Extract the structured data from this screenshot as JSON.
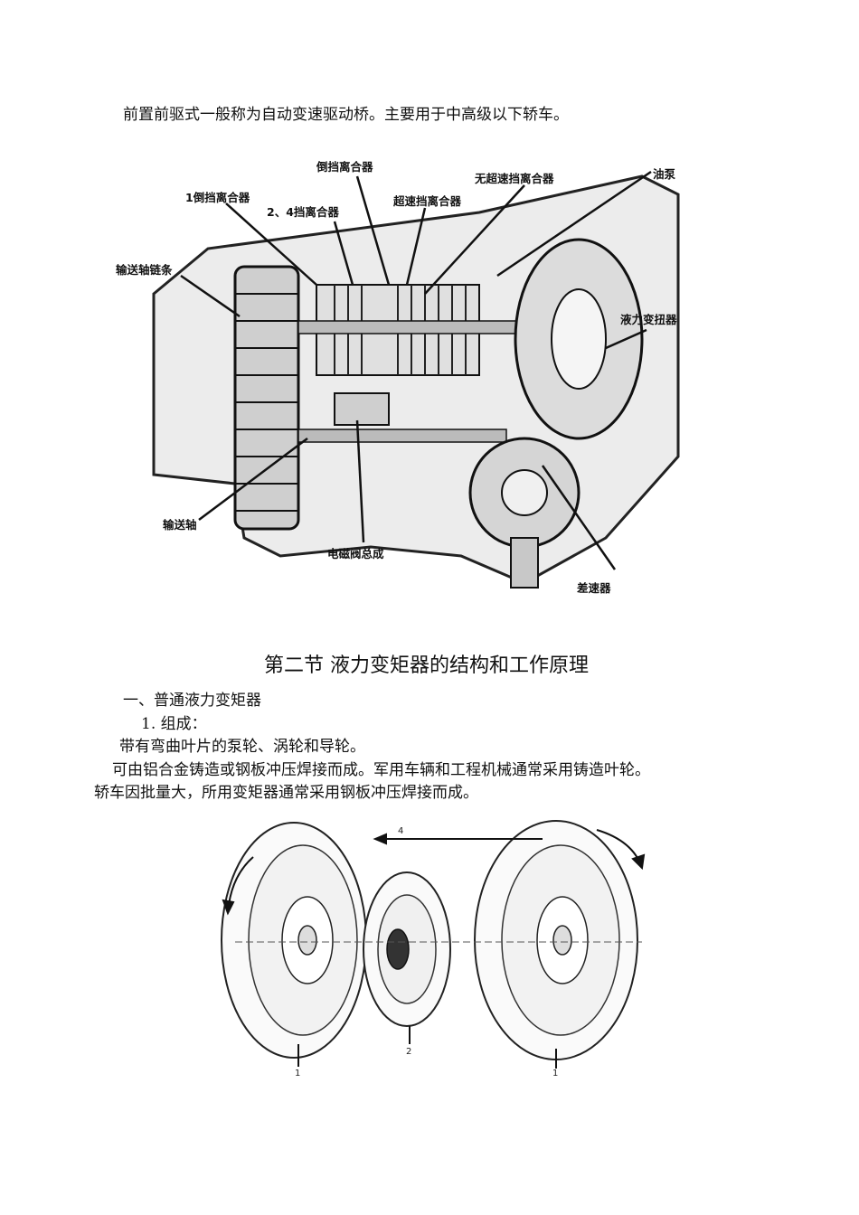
{
  "paragraphs": {
    "intro": "前置前驱式一般称为自动变速驱动桥。主要用于中高级以下轿车。",
    "sub_title": "一、普通液力变矩器",
    "item_1": "1. 组成：",
    "body_1": "带有弯曲叶片的泵轮、涡轮和导轮。",
    "body_2": "可由铝合金铸造或钢板冲压焊接而成。军用车辆和工程机械通常采用铸造叶轮。",
    "body_3": "轿车因批量大，所用变矩器通常采用钢板冲压焊接而成。"
  },
  "section_title": "第二节  液力变矩器的结构和工作原理",
  "figure1": {
    "labels": {
      "reverse_clutch": "倒挡离合器",
      "overrun_clutch": "无超速挡离合器",
      "oil_pump": "油泵",
      "first_reverse_clutch": "1倒挡离合器",
      "second_fourth_clutch": "2、4挡离合器",
      "overdrive_clutch": "超速挡离合器",
      "transfer_chain": "输送轴链条",
      "torque_converter": "液力变扭器",
      "transfer_shaft": "输送轴",
      "solenoid_assembly": "电磁阀总成",
      "differential": "差速器"
    }
  },
  "figure2": {
    "labels": {
      "top_arrow": "4",
      "bottom_left": "1",
      "bottom_mid": "2",
      "bottom_right": "1"
    }
  }
}
